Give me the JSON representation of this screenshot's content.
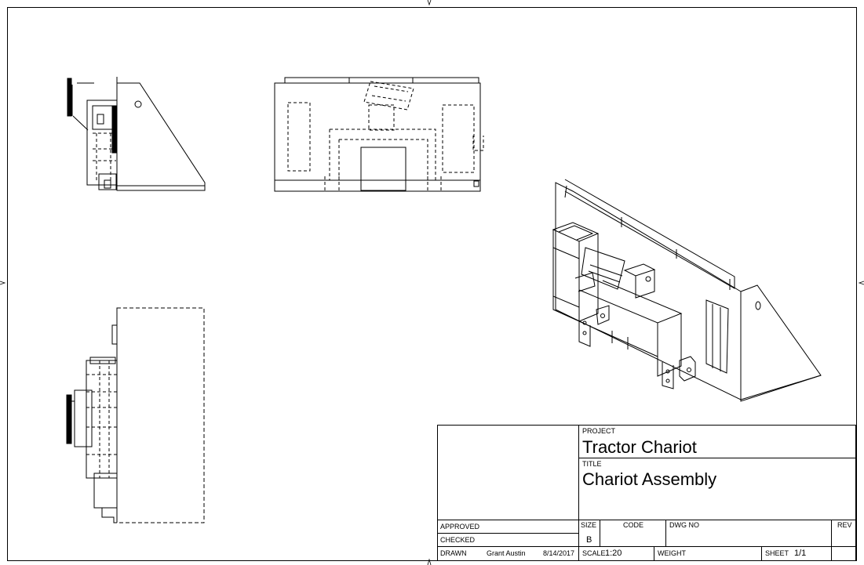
{
  "drawing": {
    "title_block": {
      "project_label": "PROJECT",
      "project": "Tractor Chariot",
      "title_label": "TITLE",
      "title": "Chariot Assembly",
      "approved_label": "APPROVED",
      "checked_label": "CHECKED",
      "drawn_label": "DRAWN",
      "drawn_by": "Grant Austin",
      "drawn_date": "8/14/2017",
      "size_label": "SIZE",
      "size": "B",
      "code_label": "CODE",
      "dwg_no_label": "DWG NO",
      "rev_label": "REV",
      "scale_label": "SCALE",
      "scale": "1:20",
      "weight_label": "WEIGHT",
      "sheet_label": "SHEET",
      "sheet": "1/1"
    },
    "views": [
      "side-view",
      "top-view",
      "front-view",
      "isometric-view"
    ],
    "line_color": "#000000"
  }
}
